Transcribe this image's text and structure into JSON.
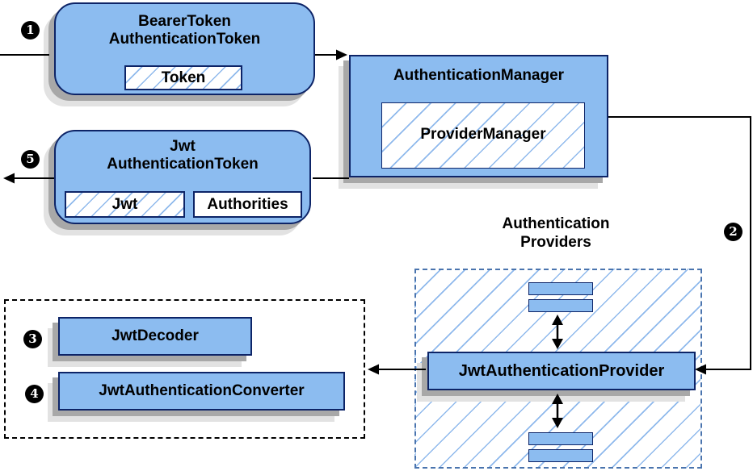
{
  "badges": {
    "b1": "1",
    "b2": "2",
    "b3": "3",
    "b4": "4",
    "b5": "5"
  },
  "bearer_token": {
    "title_line1": "BearerToken",
    "title_line2": "AuthenticationToken",
    "field": "Token"
  },
  "authentication_manager": {
    "title": "AuthenticationManager",
    "impl": "ProviderManager"
  },
  "jwt_token": {
    "title_line1": "Jwt",
    "title_line2": "AuthenticationToken",
    "field_jwt": "Jwt",
    "field_authorities": "Authorities"
  },
  "providers_label": {
    "line1": "Authentication",
    "line2": "Providers"
  },
  "jwt_provider": "JwtAuthenticationProvider",
  "jwt_decoder": "JwtDecoder",
  "jwt_converter": "JwtAuthenticationConverter",
  "colors": {
    "box_fill": "#8CBCF0",
    "box_border": "#0D2467",
    "hatch": "#8FB9EC",
    "provider_dash": "#4A74AE",
    "shadow_dark": "#A8A8A8",
    "shadow_light": "#E2E2E2",
    "arrow": "#000000"
  }
}
